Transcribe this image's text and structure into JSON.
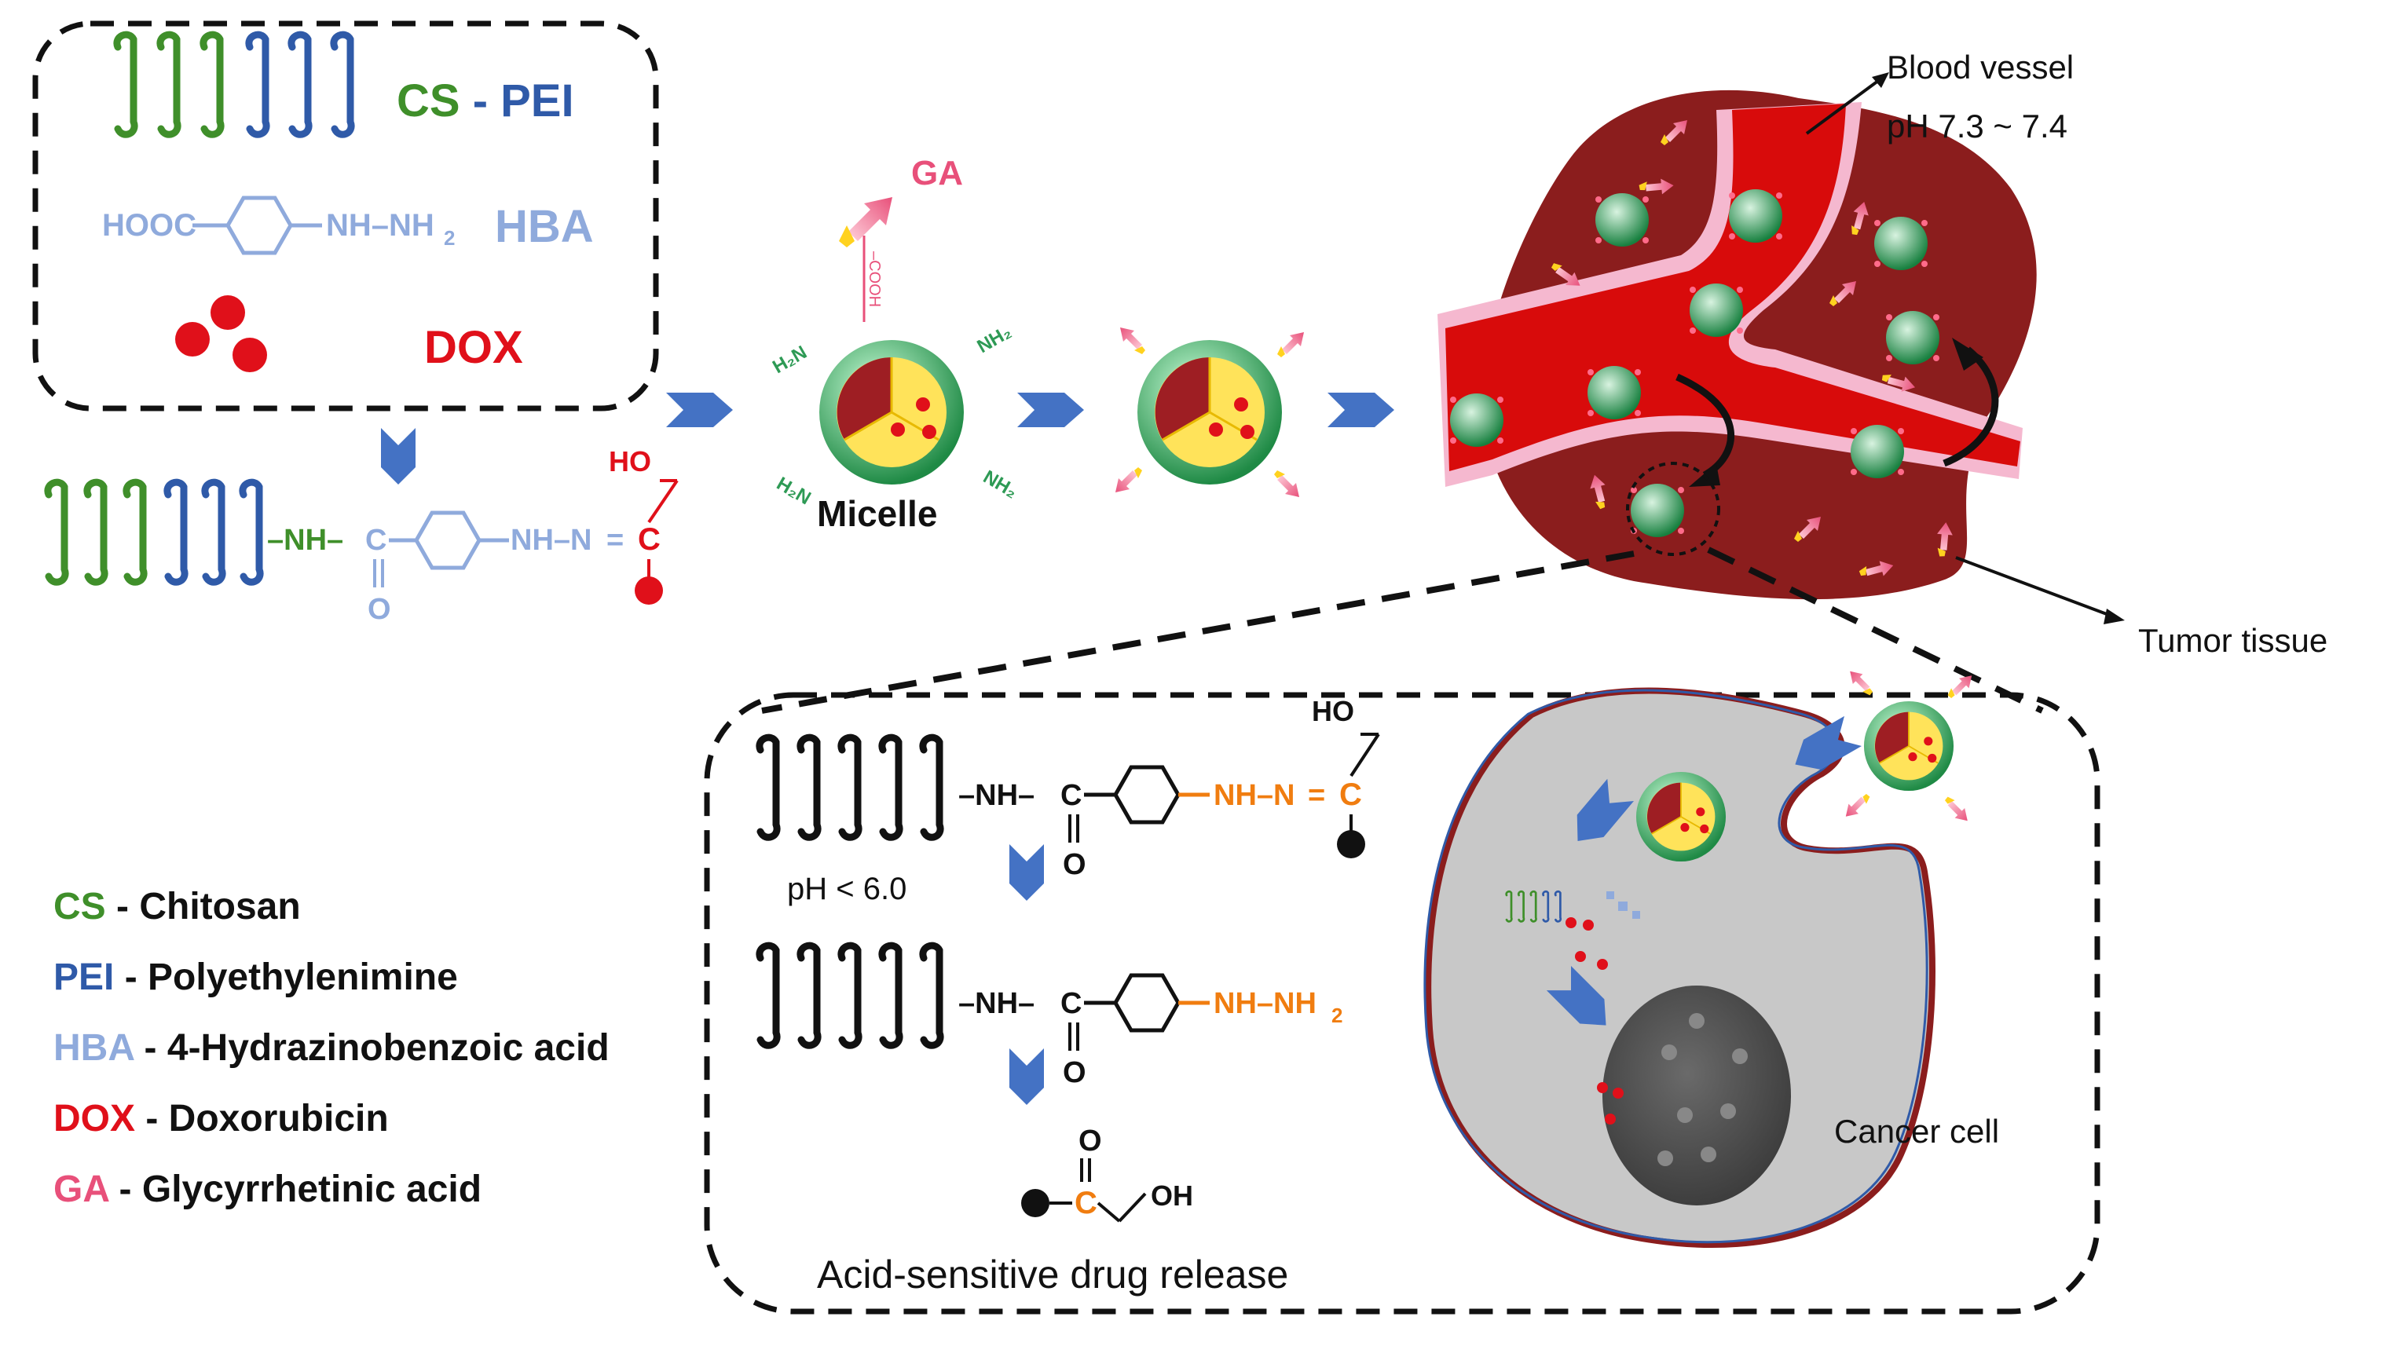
{
  "legend_box": {
    "cs": "CS",
    "dash": " - ",
    "pei": "PEI",
    "hba_acid_group": "HOOC",
    "hba_hydrazine": "NH–NH",
    "hba_sub": "2",
    "hba": "HBA",
    "dox": "DOX"
  },
  "conjugate": {
    "nh": "–NH–",
    "c": "C",
    "o": "O",
    "hydrazone_nh": "NH–N",
    "dbl": "=",
    "hc": "C",
    "ho": "HO"
  },
  "micelle": {
    "label": "Micelle",
    "ga": "GA",
    "cooh": "–COOH",
    "nh2": "NH₂",
    "h2n": "H₂N"
  },
  "tumor": {
    "vessel_label": "Blood vessel",
    "vessel_ph": "pH 7.3 ~ 7.4",
    "tissue_label": "Tumor tissue"
  },
  "release": {
    "nh": "–NH–",
    "c": "C",
    "o": "O",
    "hydrazone": "NH–N",
    "eq": "=",
    "hc": "C",
    "ho": "HO",
    "ph_condition": "pH < 6.0",
    "nh_nh2": "NH–NH",
    "sub2": "2",
    "ketone_c": "C",
    "ketone_o": "O",
    "oh": "OH",
    "title": "Acid-sensitive drug release",
    "cell_label": "Cancer cell"
  },
  "abbreviations": [
    {
      "abbr": "CS",
      "sep": " - ",
      "full": "Chitosan",
      "color": "#3f8f2a"
    },
    {
      "abbr": "PEI",
      "sep": " - ",
      "full": "Polyethylenimine",
      "color": "#2f5aa8"
    },
    {
      "abbr": "HBA",
      "sep": " - ",
      "full": "4-Hydrazinobenzoic acid",
      "color": "#8faadc"
    },
    {
      "abbr": "DOX",
      "sep": " - ",
      "full": "Doxorubicin",
      "color": "#e0101a"
    },
    {
      "abbr": "GA",
      "sep": " - ",
      "full": "Glycyrrhetinic acid",
      "color": "#e8507a"
    }
  ],
  "colors": {
    "cs_green": "#3f8f2a",
    "pei_blue": "#2f5aa8",
    "hba_lightblue": "#8faadc",
    "dox_red": "#e0101a",
    "ga_pink": "#e8507a",
    "tissue_maroon": "#8b1d1d",
    "vessel_red": "#d80b0b",
    "vessel_edge": "#f5b8cf",
    "micelle_green": "#2e9a55",
    "cell_gray": "#c8c8c8",
    "nucleus_gray": "#555555",
    "hydrazone_orange": "#f07d10",
    "arrow_blue": "#4472c4"
  }
}
